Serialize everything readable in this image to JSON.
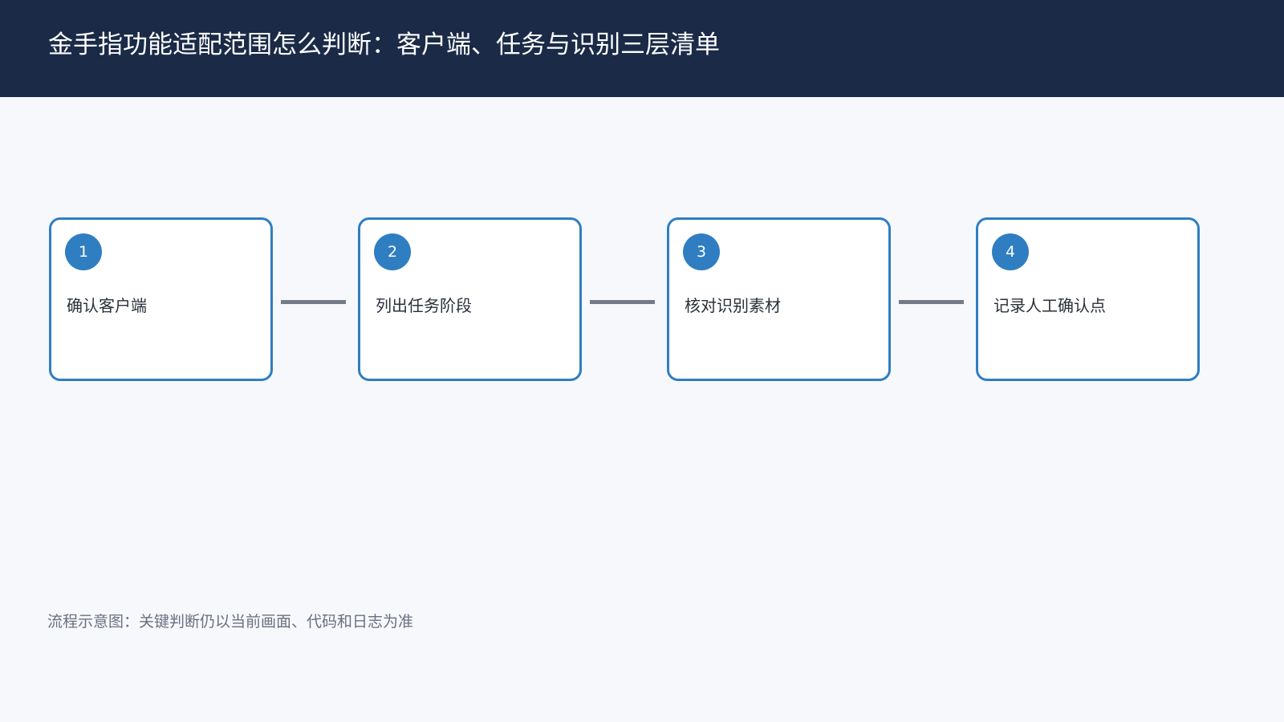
{
  "header": {
    "title": "金手指功能适配范围怎么判断：客户端、任务与识别三层清单"
  },
  "flow": {
    "steps": [
      {
        "number": "1",
        "label": "确认客户端"
      },
      {
        "number": "2",
        "label": "列出任务阶段"
      },
      {
        "number": "3",
        "label": "核对识别素材"
      },
      {
        "number": "4",
        "label": "记录人工确认点"
      }
    ]
  },
  "footnote": "流程示意图：关键判断仍以当前画面、代码和日志为准",
  "colors": {
    "header_bg": "#1a2a47",
    "accent": "#2f7ec2",
    "connector": "#737b86",
    "page_bg": "#f6f8fc"
  }
}
